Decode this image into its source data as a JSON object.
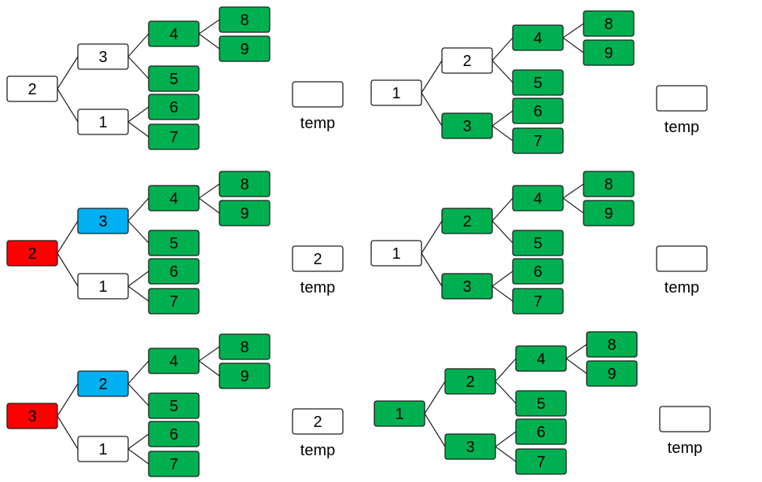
{
  "colors": {
    "white": "#ffffff",
    "green": "#00b050",
    "red": "#ff0000",
    "blue": "#00b0f0"
  },
  "temp_label": "temp",
  "panels": [
    {
      "id": "panel-1",
      "root": {
        "label": "2",
        "color": "white"
      },
      "left": {
        "label": "3",
        "color": "white"
      },
      "right": {
        "label": "1",
        "color": "white"
      },
      "ll": {
        "label": "4",
        "color": "green"
      },
      "lr": {
        "label": "5",
        "color": "green"
      },
      "rl": {
        "label": "6",
        "color": "green"
      },
      "rr": {
        "label": "7",
        "color": "green"
      },
      "lll": {
        "label": "8",
        "color": "green"
      },
      "llr": {
        "label": "9",
        "color": "green"
      },
      "temp_value": ""
    },
    {
      "id": "panel-2",
      "root": {
        "label": "1",
        "color": "white"
      },
      "left": {
        "label": "2",
        "color": "white"
      },
      "right": {
        "label": "3",
        "color": "green"
      },
      "ll": {
        "label": "4",
        "color": "green"
      },
      "lr": {
        "label": "5",
        "color": "green"
      },
      "rl": {
        "label": "6",
        "color": "green"
      },
      "rr": {
        "label": "7",
        "color": "green"
      },
      "lll": {
        "label": "8",
        "color": "green"
      },
      "llr": {
        "label": "9",
        "color": "green"
      },
      "temp_value": ""
    },
    {
      "id": "panel-3",
      "root": {
        "label": "2",
        "color": "red"
      },
      "left": {
        "label": "3",
        "color": "blue"
      },
      "right": {
        "label": "1",
        "color": "white"
      },
      "ll": {
        "label": "4",
        "color": "green"
      },
      "lr": {
        "label": "5",
        "color": "green"
      },
      "rl": {
        "label": "6",
        "color": "green"
      },
      "rr": {
        "label": "7",
        "color": "green"
      },
      "lll": {
        "label": "8",
        "color": "green"
      },
      "llr": {
        "label": "9",
        "color": "green"
      },
      "temp_value": "2"
    },
    {
      "id": "panel-4",
      "root": {
        "label": "1",
        "color": "white"
      },
      "left": {
        "label": "2",
        "color": "green"
      },
      "right": {
        "label": "3",
        "color": "green"
      },
      "ll": {
        "label": "4",
        "color": "green"
      },
      "lr": {
        "label": "5",
        "color": "green"
      },
      "rl": {
        "label": "6",
        "color": "green"
      },
      "rr": {
        "label": "7",
        "color": "green"
      },
      "lll": {
        "label": "8",
        "color": "green"
      },
      "llr": {
        "label": "9",
        "color": "green"
      },
      "temp_value": ""
    },
    {
      "id": "panel-5",
      "root": {
        "label": "3",
        "color": "red"
      },
      "left": {
        "label": "2",
        "color": "blue"
      },
      "right": {
        "label": "1",
        "color": "white"
      },
      "ll": {
        "label": "4",
        "color": "green"
      },
      "lr": {
        "label": "5",
        "color": "green"
      },
      "rl": {
        "label": "6",
        "color": "green"
      },
      "rr": {
        "label": "7",
        "color": "green"
      },
      "lll": {
        "label": "8",
        "color": "green"
      },
      "llr": {
        "label": "9",
        "color": "green"
      },
      "temp_value": "2"
    },
    {
      "id": "panel-6",
      "root": {
        "label": "1",
        "color": "green"
      },
      "left": {
        "label": "2",
        "color": "green"
      },
      "right": {
        "label": "3",
        "color": "green"
      },
      "ll": {
        "label": "4",
        "color": "green"
      },
      "lr": {
        "label": "5",
        "color": "green"
      },
      "rl": {
        "label": "6",
        "color": "green"
      },
      "rr": {
        "label": "7",
        "color": "green"
      },
      "lll": {
        "label": "8",
        "color": "green"
      },
      "llr": {
        "label": "9",
        "color": "green"
      },
      "temp_value": ""
    }
  ]
}
